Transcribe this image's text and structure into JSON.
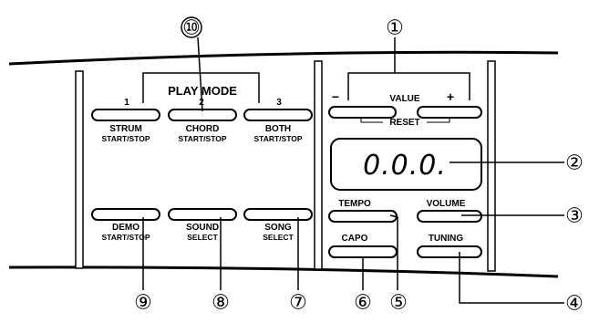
{
  "play_mode": {
    "title": "PLAY MODE",
    "numbers": [
      "1",
      "2",
      "3"
    ],
    "buttons": [
      {
        "label": "STRUM",
        "sub": "START/STOP"
      },
      {
        "label": "CHORD",
        "sub": "START/STOP"
      },
      {
        "label": "BOTH",
        "sub": "START/STOP"
      }
    ]
  },
  "bottom_left": [
    {
      "label": "DEMO",
      "sub": "START/STOP"
    },
    {
      "label": "SOUND",
      "sub": "SELECT"
    },
    {
      "label": "SONG",
      "sub": "SELECT"
    }
  ],
  "value": {
    "label": "VALUE",
    "minus": "−",
    "plus": "+",
    "reset": "RESET"
  },
  "display": {
    "text": "0.0.0."
  },
  "right_buttons": {
    "tempo": "TEMPO",
    "volume": "VOLUME",
    "capo": "CAPO",
    "tuning": "TUNING"
  },
  "callouts": {
    "c1": "①",
    "c2": "②",
    "c3": "③",
    "c4": "④",
    "c5": "⑤",
    "c6": "⑥",
    "c7": "⑦",
    "c8": "⑧",
    "c9": "⑨",
    "c10": "⑩"
  }
}
